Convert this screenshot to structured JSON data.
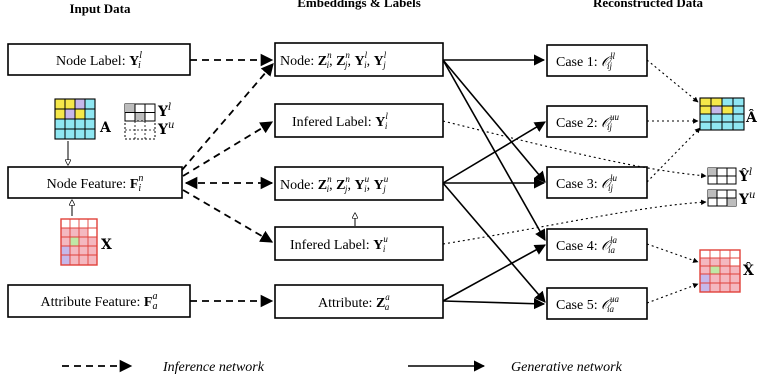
{
  "headers": {
    "input": "Input Data",
    "embeddings": "Embeddings & Labels",
    "reconstructed": "Reconstructed Data"
  },
  "input_boxes": {
    "node_label": {
      "text": "Node Label: ",
      "math": "Y",
      "sup": "l",
      "sub": "i"
    },
    "node_feature": {
      "text": "Node Feature: ",
      "math": "F",
      "sup": "n",
      "sub": "i"
    },
    "attribute_feature": {
      "text": "Attribute Feature: ",
      "math": "F",
      "sup": "a",
      "sub": "a"
    }
  },
  "embedding_boxes": {
    "node_labeled": "Node: Zₙᵢ, Zₙⱼ, Yˡᵢ, Yˡⱼ",
    "inferred_labeled": "Infered Label: Yˡᵢ",
    "node_unlabeled": "Node: Zₙᵢ, Zₙⱼ, Yᵘᵢ, Yᵘⱼ",
    "inferred_unlabeled": "Infered Label: Yᵘᵢ",
    "attribute": "Attribute: Zᵃₐ"
  },
  "case_boxes": [
    {
      "text": "Case 1: ",
      "sup": "ll",
      "sub": "ij"
    },
    {
      "text": "Case 2: ",
      "sup": "uu",
      "sub": "ij"
    },
    {
      "text": "Case 3: ",
      "sup": "lu",
      "sub": "ij"
    },
    {
      "text": "Case 4: ",
      "sup": "la",
      "sub": "ia"
    },
    {
      "text": "Case 5: ",
      "sup": "ua",
      "sub": "ia"
    }
  ],
  "matrix_labels": {
    "A": "A",
    "Yl": "Y",
    "Yl_sup": "l",
    "Yu": "Y",
    "Yu_sup": "u",
    "X": "X",
    "A_hat": "Â",
    "Yl_hat": "Ŷ",
    "Yl_hat_sup": "l",
    "Yu_hat": "Y",
    "Yu_hat_sup": "u",
    "X_hat": "X̂"
  },
  "legend": {
    "inference": "Inference network",
    "generative": "Generative network"
  },
  "colors": {
    "yellow": "#f5e84a",
    "cyan": "#8fe7f2",
    "red_border": "#e0413a",
    "pink": "#f4b8c0",
    "lavender": "#c6b8ea",
    "green": "#bfe8a6",
    "gray": "#bdbdbd"
  }
}
